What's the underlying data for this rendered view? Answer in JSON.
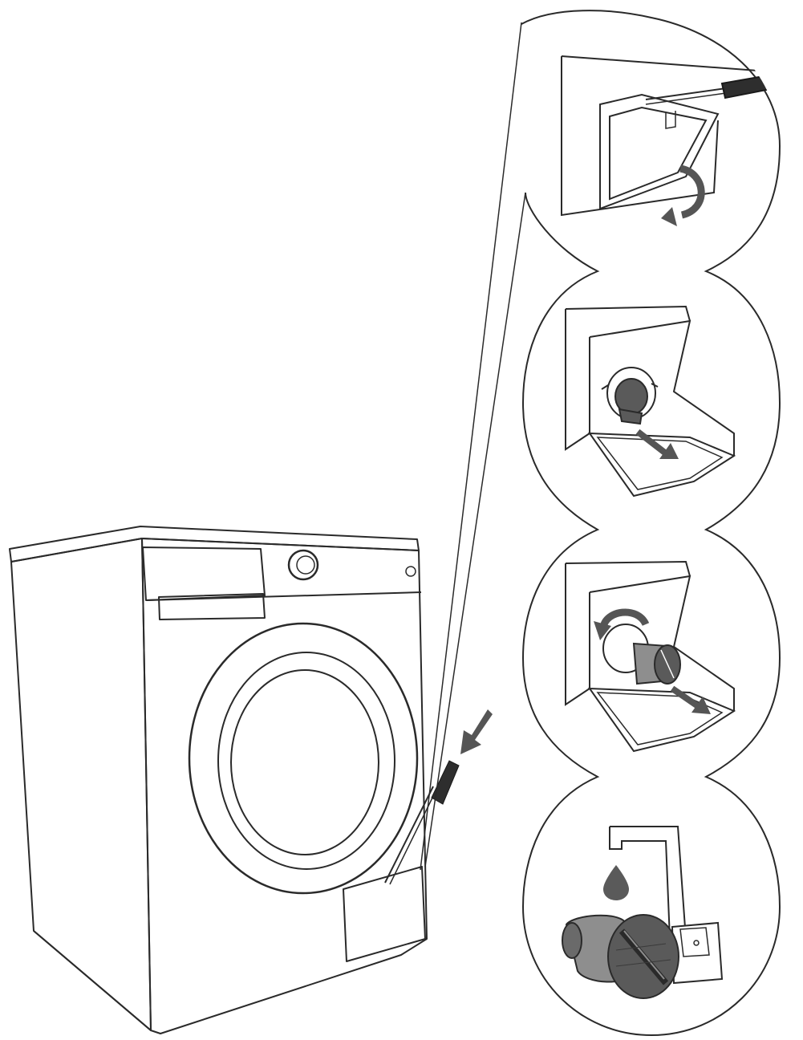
{
  "diagram": {
    "steps": [
      {
        "id": 1,
        "action": "pry-open-cover"
      },
      {
        "id": 2,
        "action": "open-flap"
      },
      {
        "id": 3,
        "action": "unscrew-pull-filter"
      },
      {
        "id": 4,
        "action": "rinse-filter"
      }
    ],
    "colors": {
      "line": "#2a2a2a",
      "arrow": "#555555",
      "filter_dark": "#5a5a5a",
      "filter_light": "#8e8e8e",
      "background": "#ffffff"
    }
  }
}
